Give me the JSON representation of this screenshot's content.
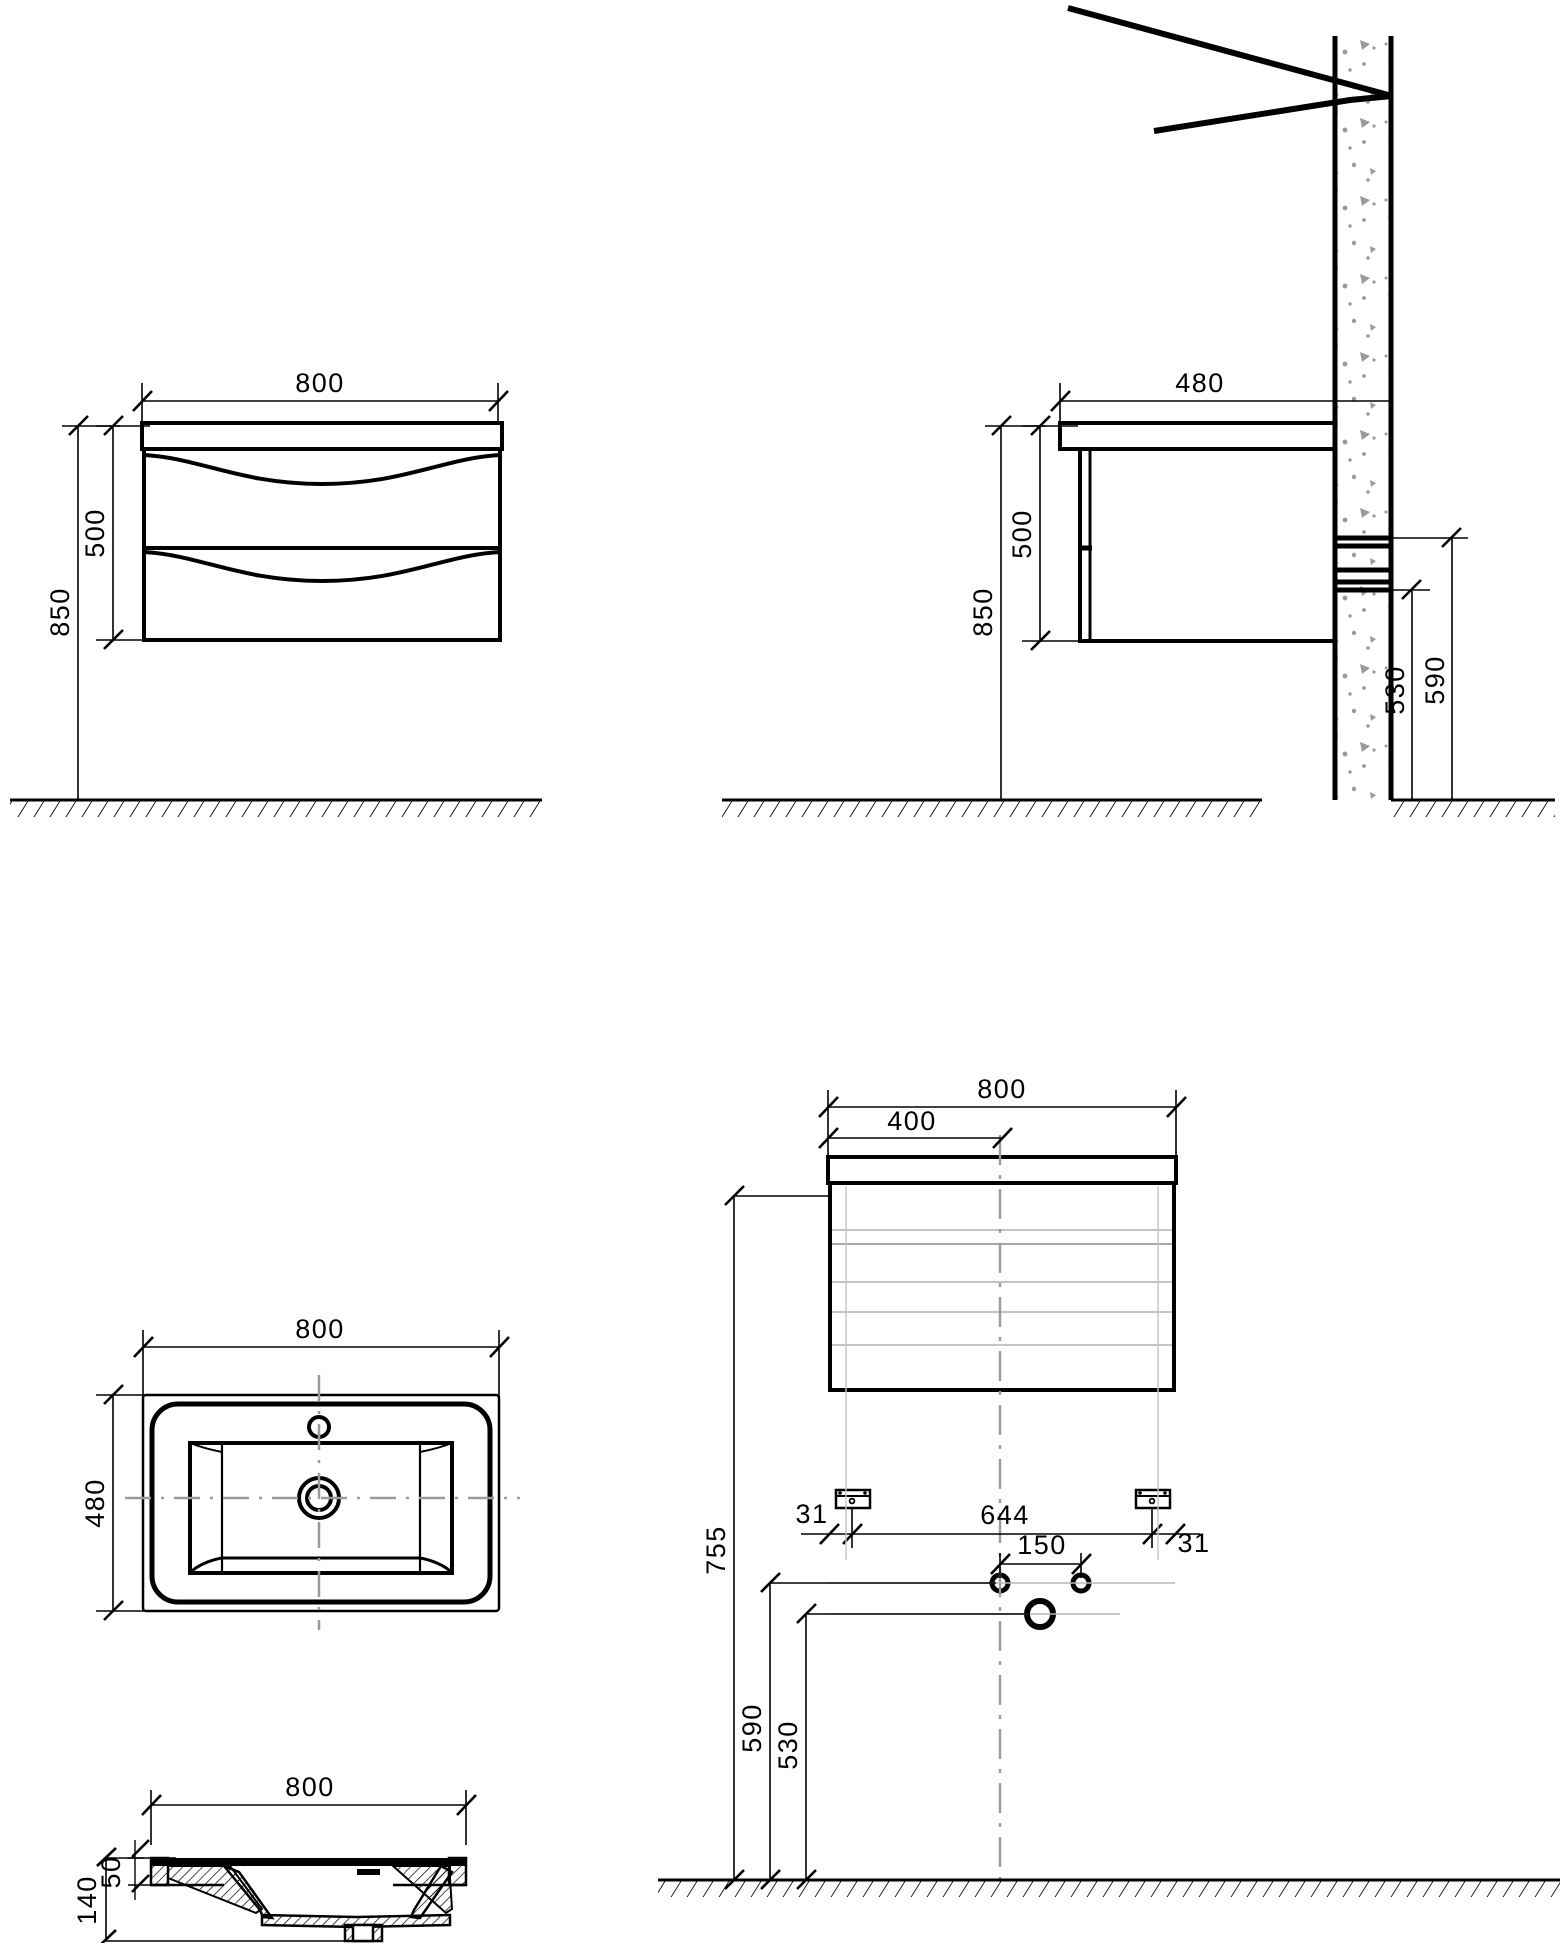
{
  "document": {
    "type": "technical-drawing",
    "subject": "Wall-hung bathroom vanity unit with washbasin",
    "units": "mm",
    "views": [
      {
        "name": "front-elevation",
        "position": "top-left"
      },
      {
        "name": "side-section-with-wall",
        "position": "top-right"
      },
      {
        "name": "basin-plan",
        "position": "bottom-left-upper"
      },
      {
        "name": "basin-section",
        "position": "bottom-left-lower"
      },
      {
        "name": "cabinet-rear-view",
        "position": "bottom-right"
      }
    ]
  },
  "front_elevation": {
    "label_width": "800",
    "label_cabinet_height": "500",
    "label_mounting_height": "850"
  },
  "side_view": {
    "label_depth": "480",
    "label_cabinet_height": "500",
    "label_mounting_height": "850",
    "label_bracket_lower": "530",
    "label_bracket_upper": "590"
  },
  "basin_plan": {
    "label_width": "800",
    "label_depth": "480"
  },
  "basin_section": {
    "label_width": "800",
    "label_rim_thickness": "50",
    "label_total_depth": "140"
  },
  "rear_view": {
    "label_width": "800",
    "label_half_width": "400",
    "label_bracket_span": "644",
    "label_edge_left": "31",
    "label_edge_right": "31",
    "label_tap_spacing": "150",
    "label_height_total": "755",
    "label_height_mid": "590",
    "label_height_low": "530"
  },
  "colors": {
    "line": "#000000",
    "thin_line": "#000000",
    "centerline": "#9a9a9a",
    "hatch_aggregate": "#9a9a9a",
    "background": "#ffffff"
  },
  "annotations": {
    "ground_hatching": "floor-level-hatching",
    "wall_material": "concrete-aggregate-hatch",
    "break_line": "wall-break-symbol"
  }
}
